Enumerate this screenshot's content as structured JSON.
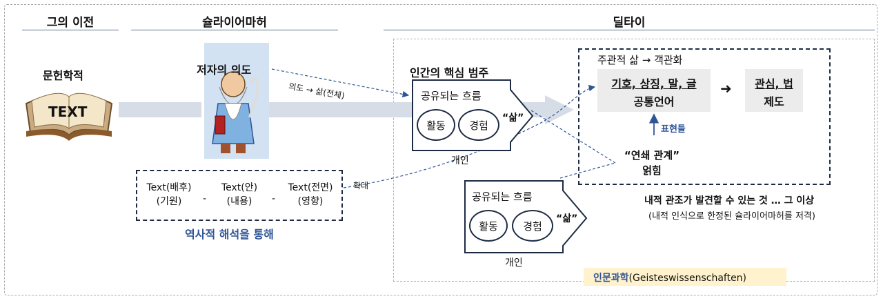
{
  "headers": {
    "pre": "그의 이전",
    "schleiermacher": "슐라이어마허",
    "dilthey": "딜타이"
  },
  "left": {
    "philology": "문헌학적",
    "book_text": "TEXT"
  },
  "schleiermacher": {
    "author_intent": "저자의 의도",
    "intent_to_life": "의도 → 삶(전체)",
    "texts": [
      {
        "top": "Text(배후)",
        "bottom": "(기원)"
      },
      {
        "top": "Text(안)",
        "bottom": "(내용)"
      },
      {
        "top": "Text(전면)",
        "bottom": "(영향)"
      }
    ],
    "separator": "-",
    "expand": "확대",
    "historical": "역사적 해석을 통해"
  },
  "dilthey": {
    "core_category": "인간의 핵심 범주",
    "flow1": {
      "title": "공유되는 흐름",
      "a": "활동",
      "b": "경험",
      "life": "“삶”",
      "individual": "개인"
    },
    "flow2": {
      "title": "공유되는 흐름",
      "a": "활동",
      "b": "경험",
      "life": "“삶”",
      "individual": "개인"
    },
    "subjective": "주관적 삶 → 객관화",
    "symbols": "기호, 상징, 말, 글",
    "common_lang": "공통언어",
    "arrow": "➜",
    "interest_law": "관심, 법",
    "institution": "제도",
    "expressions": "표현들",
    "chain1": "“연쇄 관계”",
    "chain2": "얽힘",
    "beyond": "내적 관조가 발견할 수 있는 것 … 그 이상",
    "beyond_sub": "(내적 인식으로 한정된 슐라이어마허를 저격)",
    "humanities_a": "인문과학",
    "humanities_b": "(Geisteswissenschaften)"
  },
  "colors": {
    "navy": "#1d2a44",
    "accent_blue": "#2f5597",
    "band": "#d7dde7",
    "highlight": "#fff2cc"
  }
}
